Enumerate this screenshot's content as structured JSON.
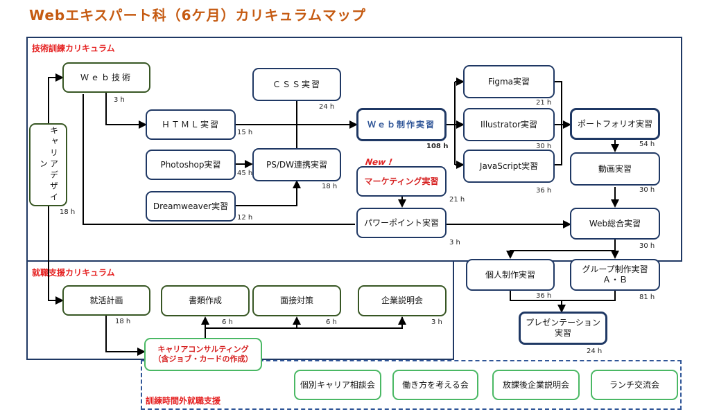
{
  "title": "Webエキスパート科（6ケ月）カリキュラムマップ",
  "sections": {
    "technical": "技術訓練カリキュラム",
    "employment": "就職支援カリキュラム",
    "outside": "訓練時間外就職支援"
  },
  "nodes": {
    "career_design": "キャリアデザイン",
    "web_tech": "Ｗｅｂ技術",
    "html": "ＨＴＭＬ実習",
    "css": "ＣＳＳ実習",
    "photoshop": "Photoshop実習",
    "ps_dw": "PS/DW連携実習",
    "dreamweaver": "Dreamweaver実習",
    "web_production": "Ｗｅｂ制作実習",
    "figma": "Figma実習",
    "illustrator": "Illustrator実習",
    "javascript": "JavaScript実習",
    "portfolio": "ポートフォリオ実習",
    "video": "動画実習",
    "marketing": "マーケティング実習",
    "powerpoint": "パワーポイント実習",
    "web_general": "Web総合実習",
    "individual": "個人制作実習",
    "group_line1": "グループ制作実習",
    "group_line2": "Ａ・Ｂ",
    "presentation_line1": "プレゼンテーション",
    "presentation_line2": "実習",
    "job_plan": "就活計画",
    "documents": "書類作成",
    "interview": "面接対策",
    "company_briefing": "企業説明会",
    "consulting_line1": "キャリアコンサルティング",
    "consulting_line2": "（含ジョブ・カードの作成）",
    "individual_consult": "個別キャリア相談会",
    "think_work": "働き方を考える会",
    "after_school": "放課後企業説明会",
    "lunch": "ランチ交流会"
  },
  "new_badge": "New !",
  "hours": {
    "web_tech": "3 h",
    "css": "24 h",
    "html": "15 h",
    "photoshop": "45 h",
    "ps_dw": "18 h",
    "dreamweaver": "12 h",
    "career_design": "18 h",
    "web_production": "108 h",
    "figma": "21 h",
    "illustrator": "30 h",
    "javascript": "36 h",
    "portfolio": "54 h",
    "video": "30 h",
    "marketing": "21 h",
    "powerpoint": "3 h",
    "web_general": "30 h",
    "individual": "36 h",
    "group": "81 h",
    "presentation": "24 h",
    "job_plan": "18 h",
    "documents": "6 h",
    "interview": "6 h",
    "company_briefing": "3 h"
  }
}
